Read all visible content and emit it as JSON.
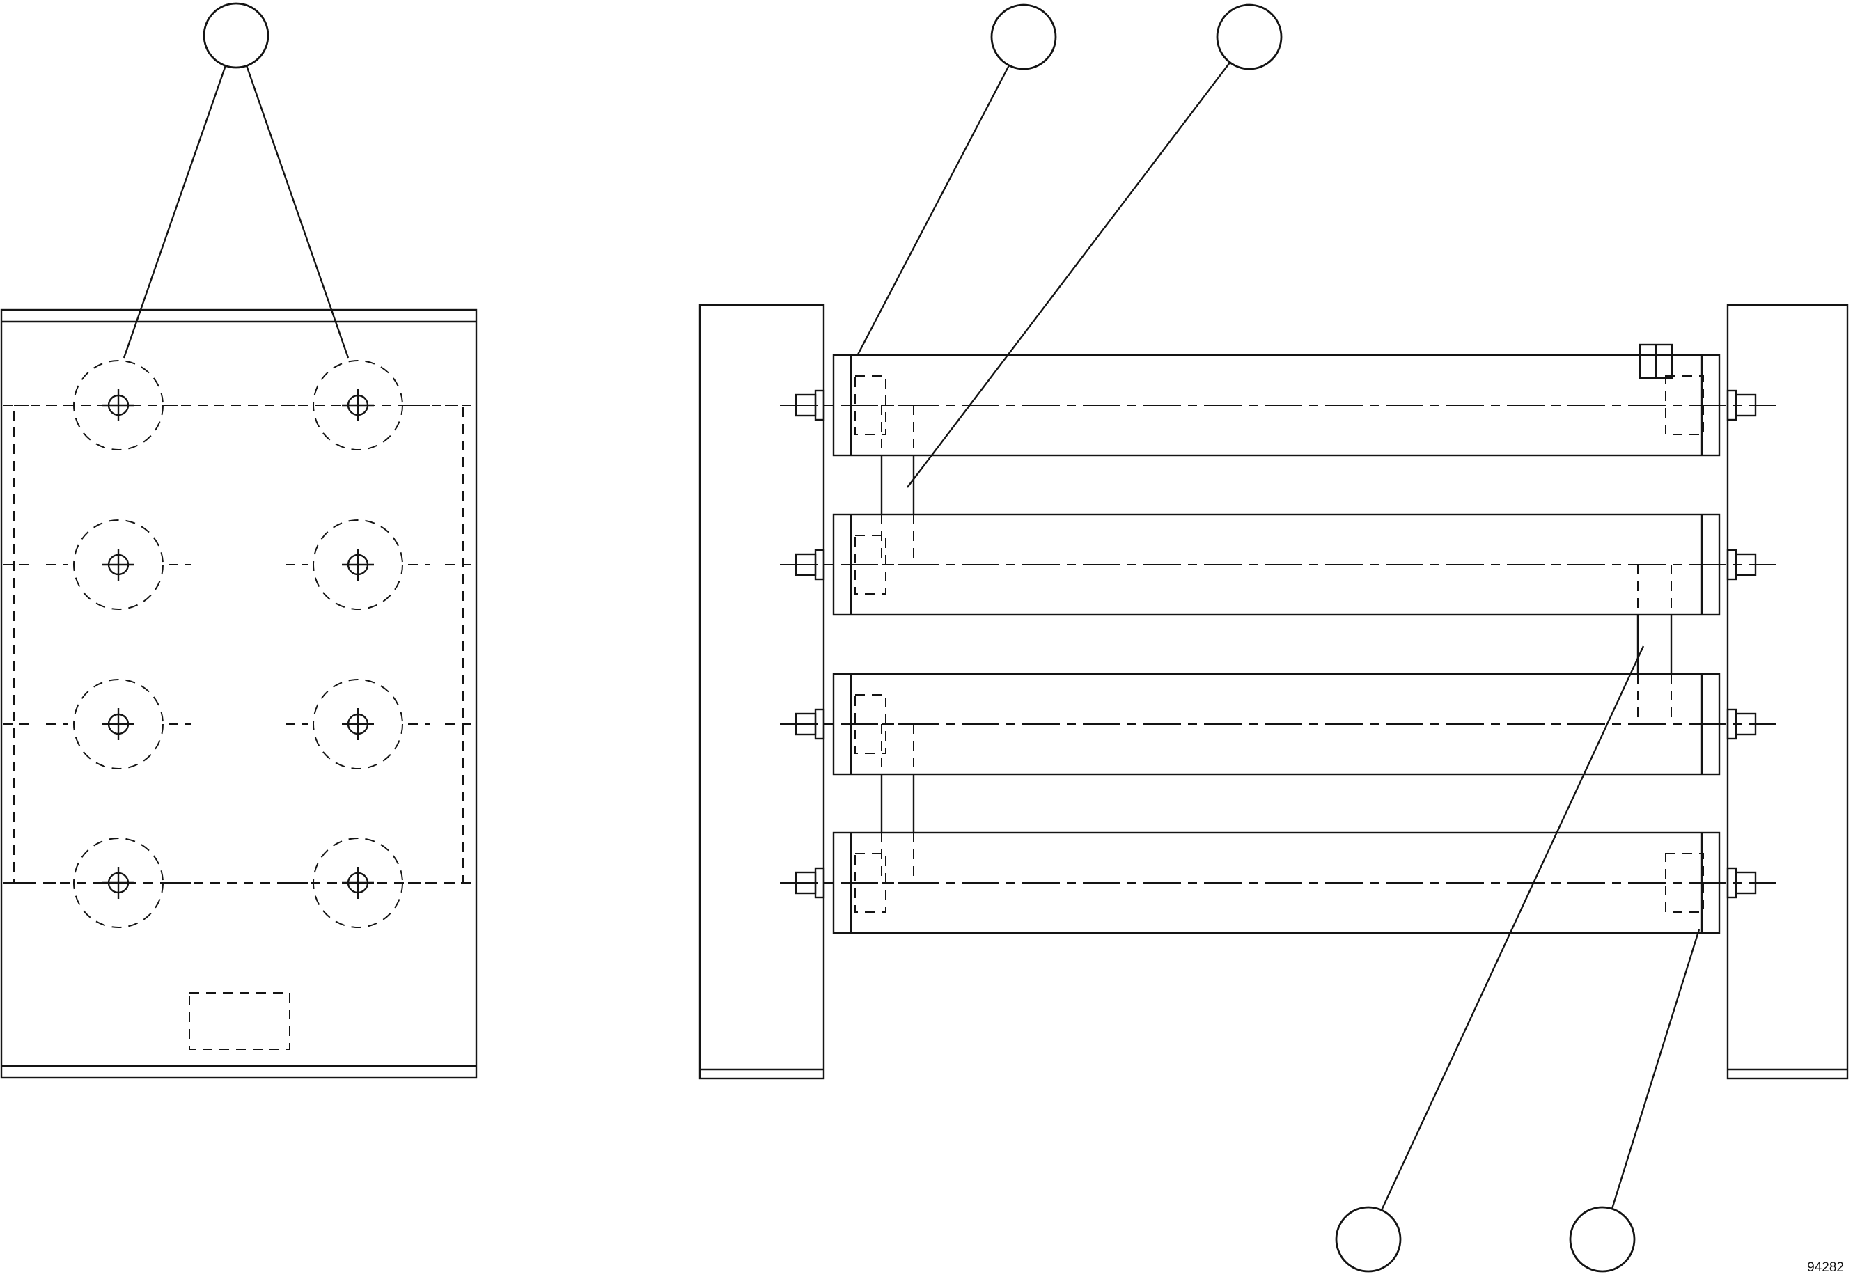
{
  "drawing": {
    "number": "94282",
    "background_color": "#ffffff",
    "line_color": "#141414",
    "views": {
      "left_view_name": "plate-top-view",
      "right_view_name": "roller-assembly-side-view"
    },
    "callouts": {
      "plate_holes": "",
      "assembly_top_left": "",
      "assembly_top_right": "",
      "assembly_bottom_left": "",
      "assembly_bottom_right": ""
    }
  }
}
